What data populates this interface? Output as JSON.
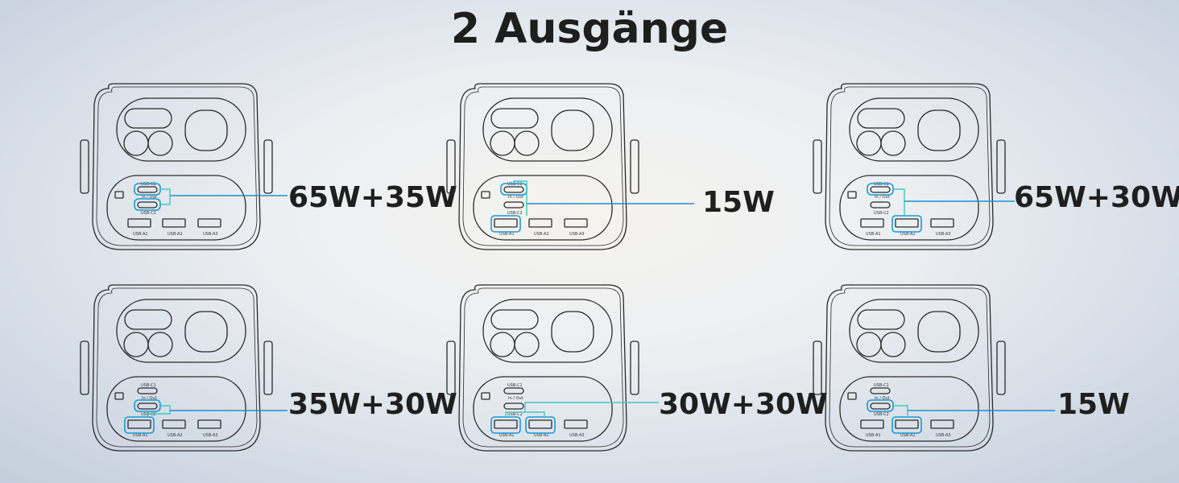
{
  "title": "2 Ausgänge",
  "port_labels": {
    "c1": "USB-C1",
    "inout": "In / Out",
    "c2": "USB-C2",
    "a1": "USB-A1",
    "a2": "USB-A2",
    "a3": "USB-A3"
  },
  "colors": {
    "highlight": "#1a9ad8",
    "line_blue": "#1f8fd0",
    "line_teal": "#3fc9c0",
    "outline": "#2a2a2a"
  },
  "configs": [
    {
      "wattage": "65W+35W",
      "ports": [
        "USB-C1",
        "USB-C2"
      ]
    },
    {
      "wattage": "15W",
      "ports": [
        "USB-C1",
        "USB-A1"
      ]
    },
    {
      "wattage": "65W+30W",
      "ports": [
        "USB-C1",
        "USB-A2"
      ]
    },
    {
      "wattage": "35W+30W",
      "ports": [
        "USB-C2",
        "USB-A1"
      ]
    },
    {
      "wattage": "30W+30W",
      "ports": [
        "USB-A1",
        "USB-A2"
      ]
    },
    {
      "wattage": "15W",
      "ports": [
        "USB-C2",
        "USB-A2"
      ]
    }
  ]
}
